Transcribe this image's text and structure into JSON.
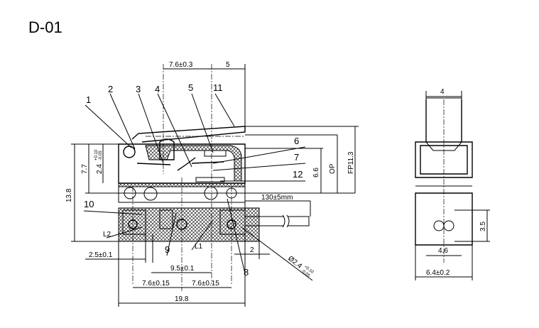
{
  "title": "D-01",
  "part_numbers": [
    "1",
    "2",
    "3",
    "4",
    "5",
    "6",
    "7",
    "8",
    "9",
    "10",
    "11",
    "12"
  ],
  "terminal_labels": {
    "l1": "L1",
    "l2": "L2"
  },
  "dimensions": {
    "top_lever_pos": "7.6±0.3",
    "top_lever_tip": "5",
    "height_7_7": "7.7",
    "height_2_4": "2.4",
    "tol_2_4_upper": "+0.10",
    "tol_2_4_lower": "-0.05",
    "height_13_8": "13.8",
    "height_6_6": "6.6",
    "op": "OP",
    "fp": "FP11.3",
    "cable_length": "130±5mm",
    "dim_2_5": "2.5±0.1",
    "dim_9_5": "9.5±0.1",
    "dim_7_6_left": "7.6±0.15",
    "dim_7_6_right": "7.6±0.15",
    "width_19_8": "19.8",
    "dim_2": "2",
    "cable_diameter": "Ø2.4",
    "tol_cable_upper": "+0.10",
    "tol_cable_lower": "-0.05",
    "side_width_top": "4",
    "side_hole": "3.5",
    "side_4_6": "4.6",
    "side_width": "6.4±0.2"
  }
}
